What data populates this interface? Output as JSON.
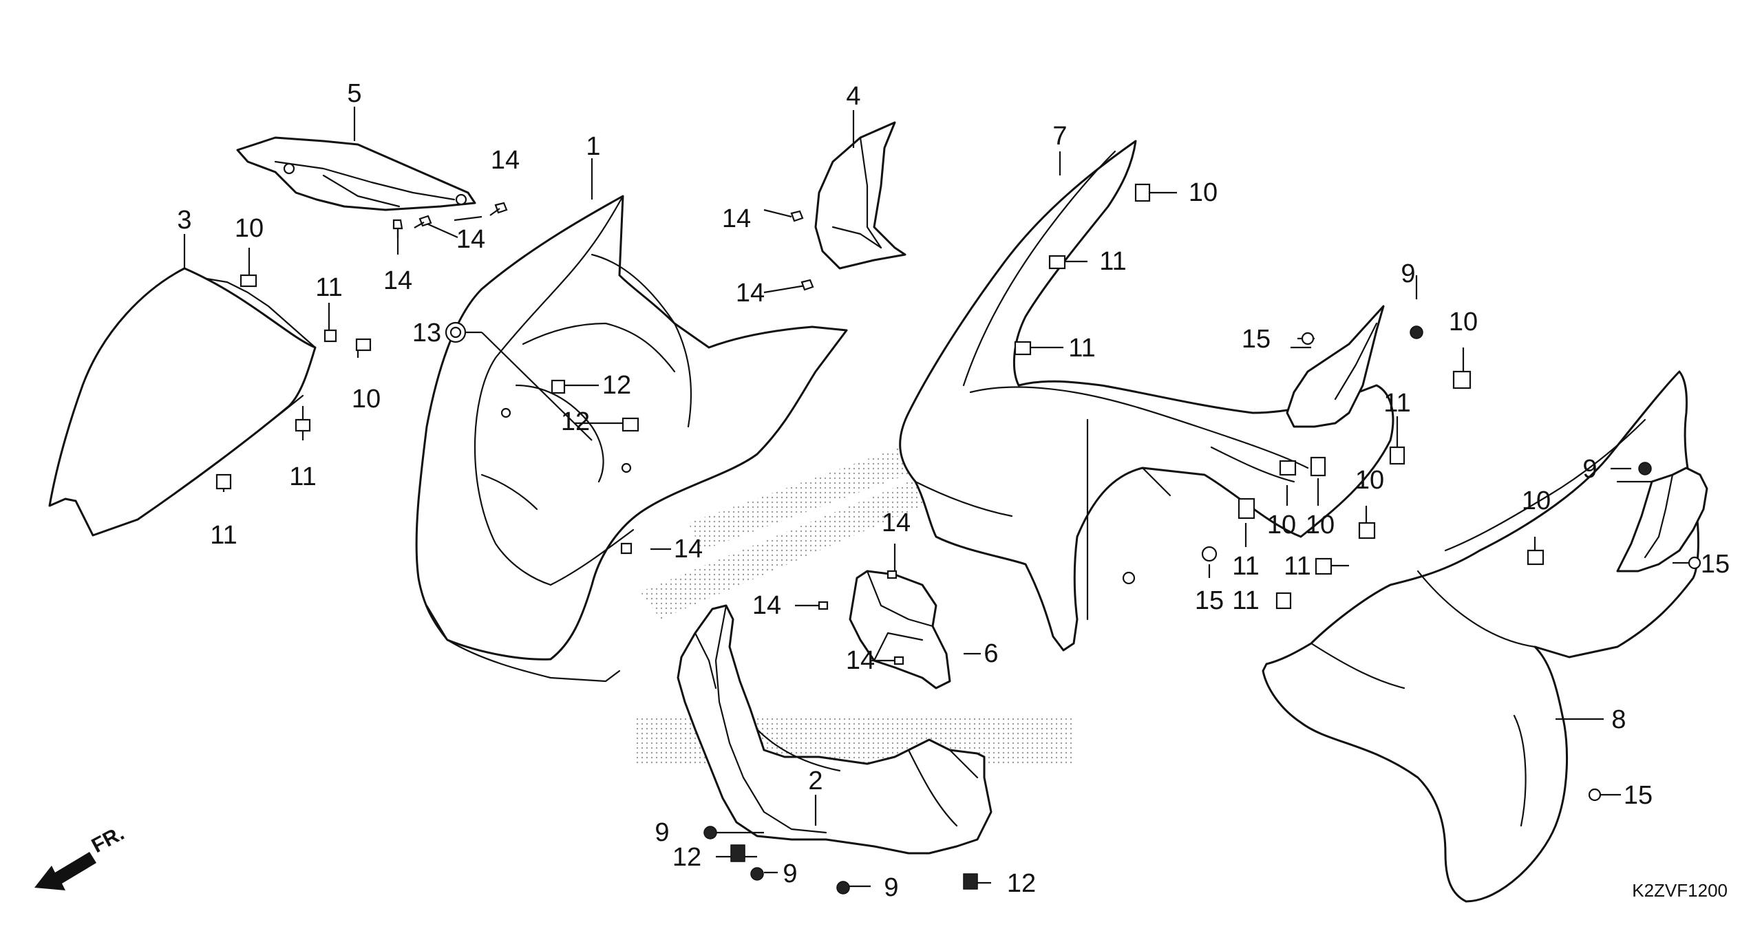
{
  "diagram": {
    "part_numbers": [
      "1",
      "2",
      "3",
      "4",
      "5",
      "6",
      "7",
      "8",
      "9",
      "10",
      "11",
      "12",
      "13",
      "14",
      "15"
    ],
    "callouts": [
      {
        "id": "c1",
        "text": "1"
      },
      {
        "id": "c2",
        "text": "2"
      },
      {
        "id": "c3",
        "text": "3"
      },
      {
        "id": "c4",
        "text": "4"
      },
      {
        "id": "c5",
        "text": "5"
      },
      {
        "id": "c6",
        "text": "6"
      },
      {
        "id": "c7",
        "text": "7"
      },
      {
        "id": "c8",
        "text": "8"
      },
      {
        "id": "c9a",
        "text": "9"
      },
      {
        "id": "c9b",
        "text": "9"
      },
      {
        "id": "c9c",
        "text": "9"
      },
      {
        "id": "c9d",
        "text": "9"
      },
      {
        "id": "c9e",
        "text": "9"
      },
      {
        "id": "c10a",
        "text": "10"
      },
      {
        "id": "c10b",
        "text": "10"
      },
      {
        "id": "c10c",
        "text": "10"
      },
      {
        "id": "c10d",
        "text": "10"
      },
      {
        "id": "c10e",
        "text": "10"
      },
      {
        "id": "c10f",
        "text": "10"
      },
      {
        "id": "c10g",
        "text": "10"
      },
      {
        "id": "c10h",
        "text": "10"
      },
      {
        "id": "c11a",
        "text": "11"
      },
      {
        "id": "c11b",
        "text": "11"
      },
      {
        "id": "c11c",
        "text": "11"
      },
      {
        "id": "c11d",
        "text": "11"
      },
      {
        "id": "c11e",
        "text": "11"
      },
      {
        "id": "c11f",
        "text": "11"
      },
      {
        "id": "c11g",
        "text": "11"
      },
      {
        "id": "c11h",
        "text": "11"
      },
      {
        "id": "c11i",
        "text": "11"
      },
      {
        "id": "c12a",
        "text": "12"
      },
      {
        "id": "c12b",
        "text": "12"
      },
      {
        "id": "c12c",
        "text": "12"
      },
      {
        "id": "c12d",
        "text": "12"
      },
      {
        "id": "c13",
        "text": "13"
      },
      {
        "id": "c14a",
        "text": "14"
      },
      {
        "id": "c14b",
        "text": "14"
      },
      {
        "id": "c14c",
        "text": "14"
      },
      {
        "id": "c14d",
        "text": "14"
      },
      {
        "id": "c14e",
        "text": "14"
      },
      {
        "id": "c14f",
        "text": "14"
      },
      {
        "id": "c14g",
        "text": "14"
      },
      {
        "id": "c14h",
        "text": "14"
      },
      {
        "id": "c14i",
        "text": "14"
      },
      {
        "id": "c15a",
        "text": "15"
      },
      {
        "id": "c15b",
        "text": "15"
      },
      {
        "id": "c15c",
        "text": "15"
      },
      {
        "id": "c15d",
        "text": "15"
      }
    ],
    "direction_label": "FR.",
    "diagram_code": "K2ZVF1200",
    "colors": {
      "line": "#111111",
      "background": "#ffffff",
      "hatch": "#9a9a9a"
    }
  }
}
